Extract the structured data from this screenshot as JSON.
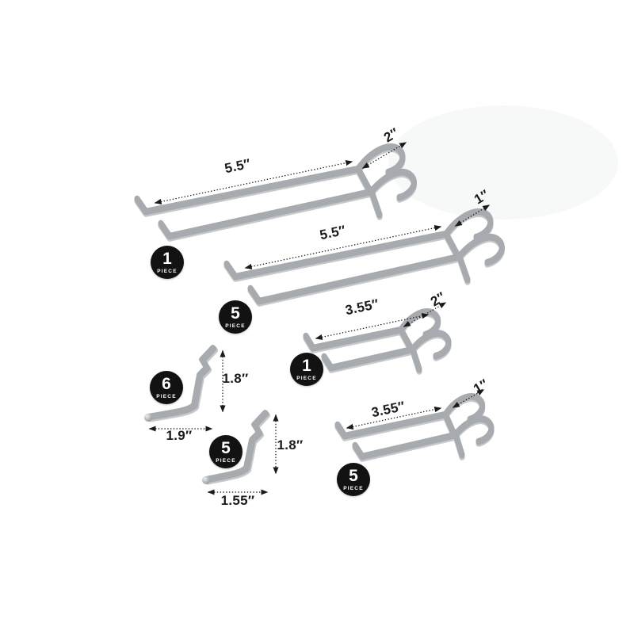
{
  "colors": {
    "background": "#ffffff",
    "metal": "#a7abaf",
    "metal_highlight": "#eff1f2",
    "badge_bg": "#121212",
    "badge_text": "#ffffff",
    "dimension": "#1b1b1b"
  },
  "hooks": [
    {
      "length": "5.5″",
      "depth": "2″",
      "count": "1",
      "unit": "PIECE"
    },
    {
      "length": "5.5″",
      "depth": "1″",
      "count": "5",
      "unit": "PIECE"
    },
    {
      "length": "3.55″",
      "depth": "2″",
      "count": "1",
      "unit": "PIECE"
    },
    {
      "length": "3.55″",
      "depth": "1″",
      "count": "5",
      "unit": "PIECE"
    },
    {
      "height": "1.8″",
      "width": "1.9″",
      "count": "6",
      "unit": "PIECE"
    },
    {
      "height": "1.8″",
      "width": "1.55″",
      "count": "5",
      "unit": "PIECE"
    }
  ]
}
